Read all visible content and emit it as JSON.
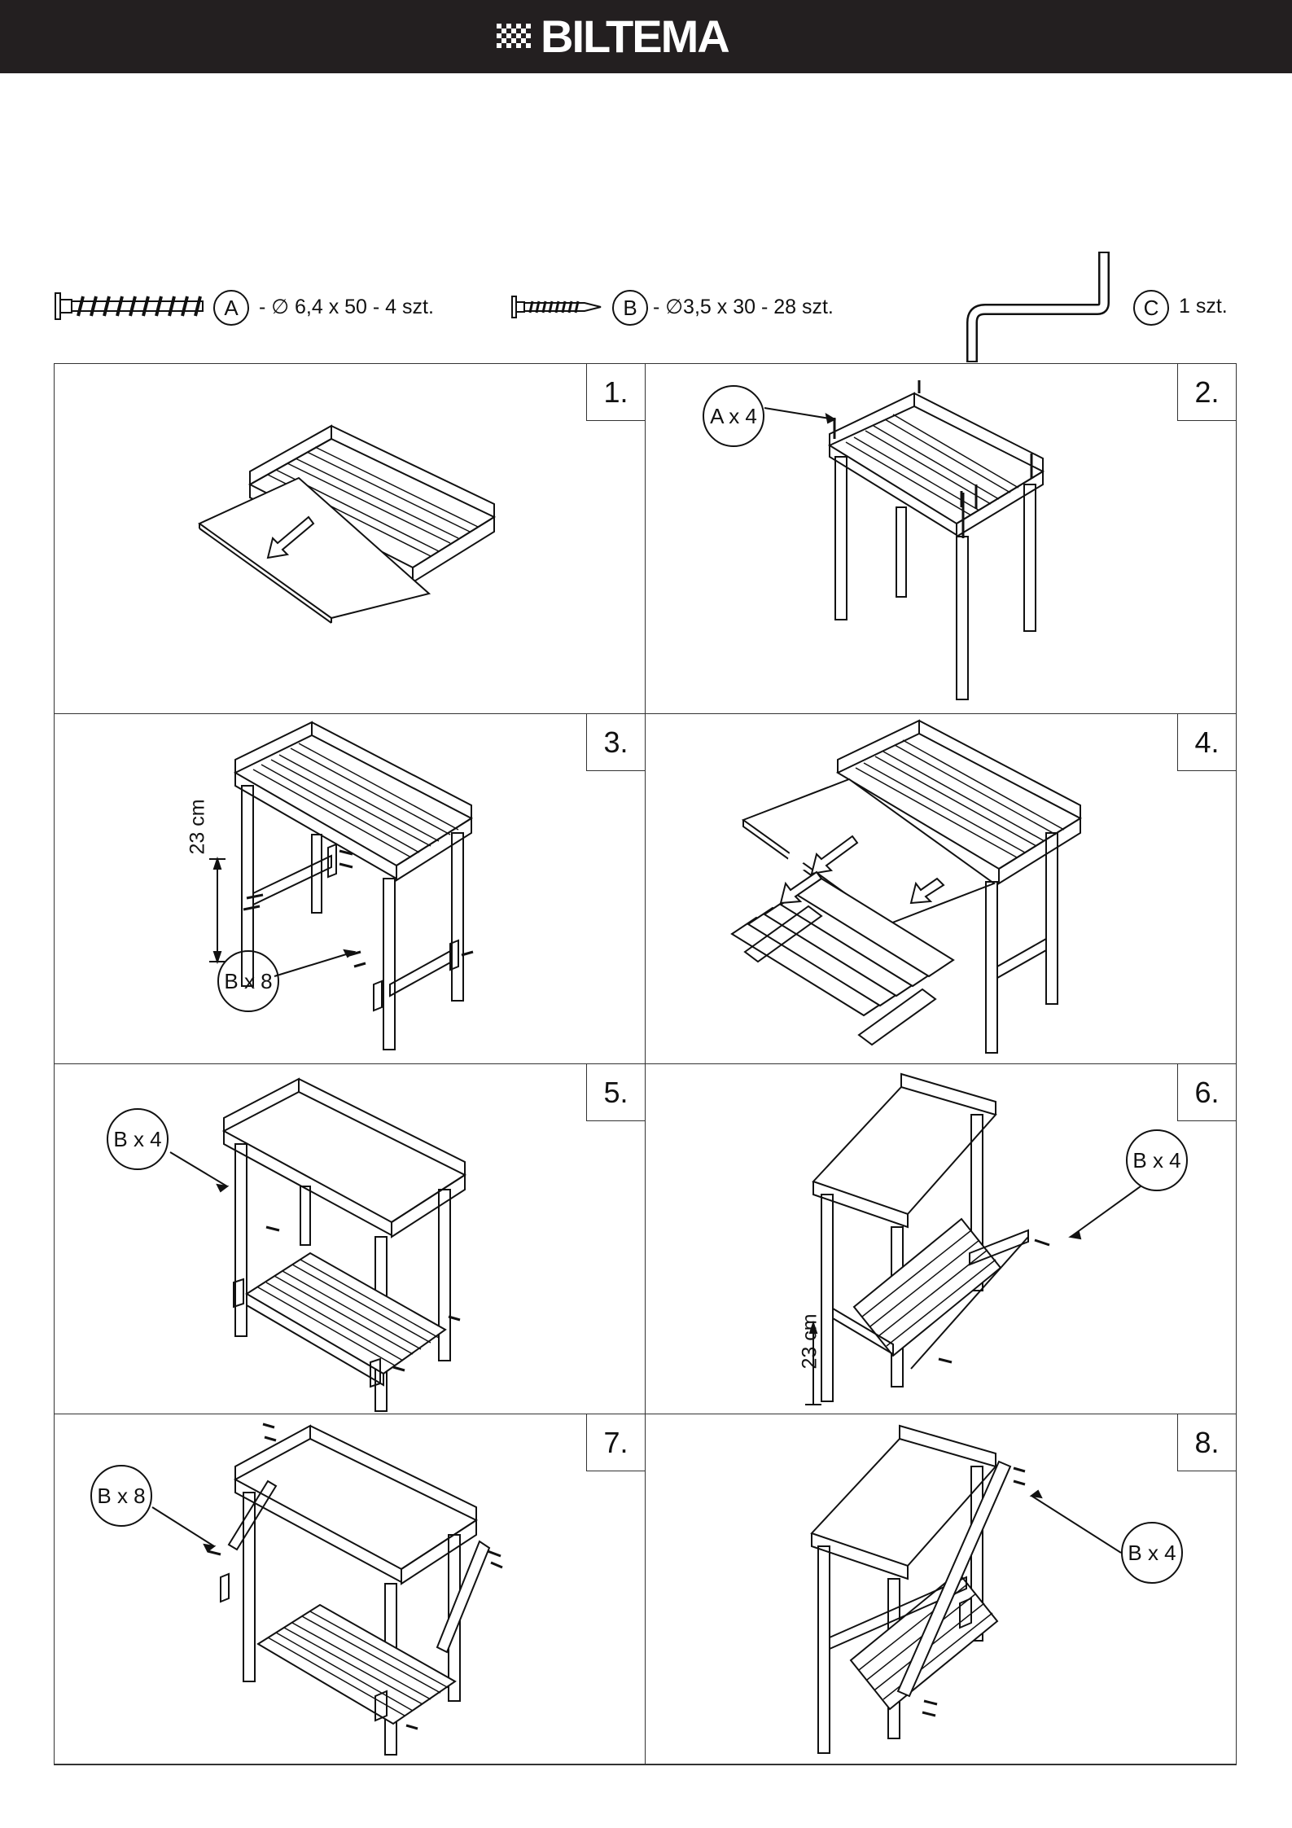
{
  "header": {
    "logo_text": "BILTEMA",
    "background": "#231f20"
  },
  "parts": {
    "a": {
      "letter": "A",
      "spec": "- ∅ 6,4 x 50 - 4 szt."
    },
    "b": {
      "letter": "B",
      "spec": "- ∅3,5 x 30 - 28 szt."
    },
    "c": {
      "letter": "C",
      "spec": "1 szt."
    }
  },
  "steps": [
    {
      "number": "1.",
      "callout": "",
      "dimension": ""
    },
    {
      "number": "2.",
      "callout": "A x 4",
      "dimension": ""
    },
    {
      "number": "3.",
      "callout": "B x 8",
      "dimension": "23 cm"
    },
    {
      "number": "4.",
      "callout": "",
      "dimension": ""
    },
    {
      "number": "5.",
      "callout": "B x 4",
      "dimension": ""
    },
    {
      "number": "6.",
      "callout": "B x 4",
      "dimension": "23 cm"
    },
    {
      "number": "7.",
      "callout": "B x 8",
      "dimension": ""
    },
    {
      "number": "8.",
      "callout": "B x 4",
      "dimension": ""
    }
  ]
}
